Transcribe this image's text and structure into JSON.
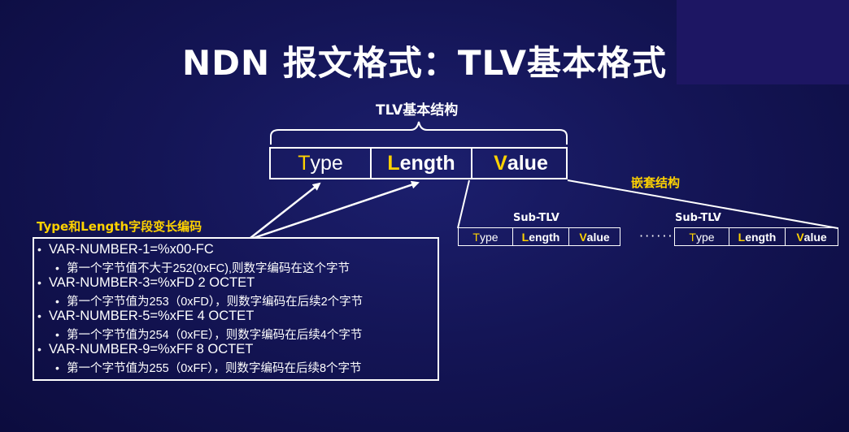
{
  "title": "NDN 报文格式：TLV基本格式",
  "diagram": {
    "basic_structure_label": "TLV基本结构",
    "tlv_fields": [
      {
        "first": "T",
        "rest": "ype"
      },
      {
        "first": "L",
        "rest": "ength"
      },
      {
        "first": "V",
        "rest": "alue"
      }
    ],
    "nested_label": "嵌套结构",
    "sub_tlv_label_1": "Sub-TLV",
    "sub_tlv_label_2": "Sub-TLV",
    "ellipsis": "······",
    "sub_fields": [
      {
        "first": "T",
        "rest": "ype"
      },
      {
        "first": "L",
        "rest": "ength"
      },
      {
        "first": "V",
        "rest": "alue"
      }
    ],
    "var_len_label": "Type和Length字段变长编码",
    "bullet_items": [
      {
        "text": "VAR-NUMBER-1=%x00-FC",
        "detail": "第一个字节值不大于252(0xFC),则数字编码在这个字节"
      },
      {
        "text": "VAR-NUMBER-3=%xFD 2 OCTET",
        "detail": "第一个字节值为253（0xFD），则数字编码在后续2个字节"
      },
      {
        "text": "VAR-NUMBER-5=%xFE 4 OCTET",
        "detail": "第一个字节值为254（0xFE），则数字编码在后续4个字节"
      },
      {
        "text": "VAR-NUMBER-9=%xFF 8 OCTET",
        "detail": "第一个字节值为255（0xFF），则数字编码在后续8个字节"
      }
    ]
  },
  "colors": {
    "background": "#141556",
    "accent_yellow": "#ffd200",
    "line": "#ffffff"
  }
}
